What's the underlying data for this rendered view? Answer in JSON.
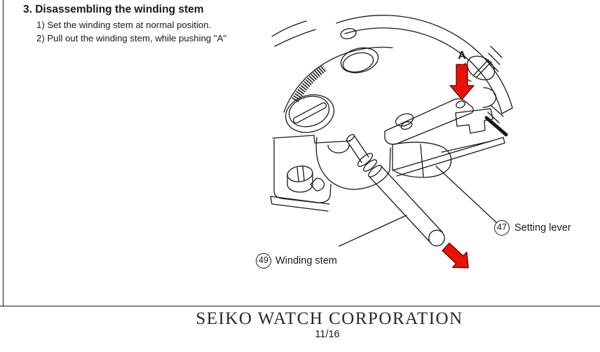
{
  "section": {
    "heading": "3. Disassembling the winding stem",
    "steps": [
      "1) Set the winding stem at normal position.",
      "2) Pull out the winding stem, while pushing \"A\""
    ]
  },
  "figure": {
    "point_label": "A",
    "callouts": [
      {
        "number": "47",
        "label": "Setting lever"
      },
      {
        "number": "49",
        "label": "Winding stem"
      }
    ],
    "colors": {
      "arrow_red": "#e8120b",
      "line_ink": "#1a1a1a"
    }
  },
  "footer": {
    "company": "SEIKO WATCH CORPORATION",
    "page_number": "11/16"
  }
}
